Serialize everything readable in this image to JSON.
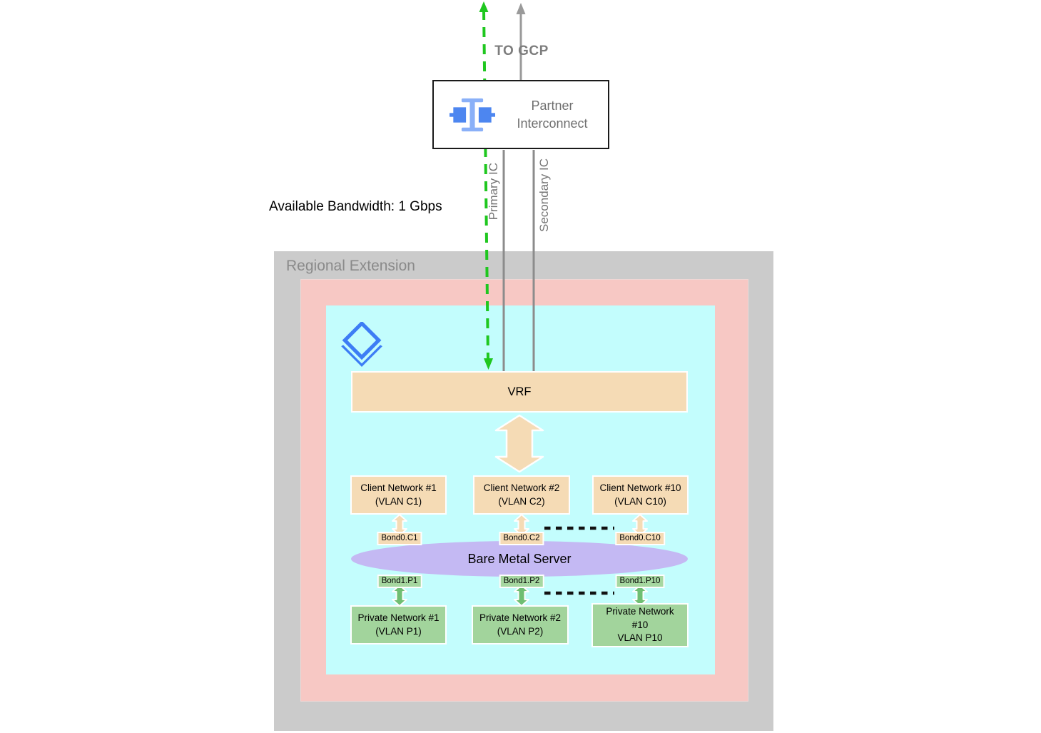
{
  "top": {
    "to_gcp": "TO GCP",
    "partner_interconnect_line1": "Partner",
    "partner_interconnect_line2": "Interconnect",
    "primary_ic": "Primary IC",
    "secondary_ic": "Secondary IC",
    "bandwidth": "Available Bandwidth: 1 Gbps"
  },
  "regional_extension": {
    "label": "Regional Extension",
    "vrf_label": "VRF",
    "server_label": "Bare Metal Server",
    "client_networks": [
      {
        "line1": "Client Network #1",
        "line2": "(VLAN C1)",
        "bond": "Bond0.C1"
      },
      {
        "line1": "Client Network #2",
        "line2": "(VLAN C2)",
        "bond": "Bond0.C2"
      },
      {
        "line1": "Client Network #10",
        "line2": "(VLAN C10)",
        "bond": "Bond0.C10"
      }
    ],
    "private_networks": [
      {
        "line1": "Private Network #1",
        "line2": "(VLAN P1)",
        "line3": "",
        "bond": "Bond1.P1"
      },
      {
        "line1": "Private Network #2",
        "line2": "(VLAN P2)",
        "line3": "",
        "bond": "Bond1.P2"
      },
      {
        "line1": "Private Network",
        "line2": "#10",
        "line3": "VLAN P10",
        "bond": "Bond1.P10"
      }
    ]
  },
  "icons": {
    "partner_interconnect": "interconnect-plug-icon",
    "regional_extension_layers": "stacked-layers-icon"
  },
  "colors": {
    "green_dashed_line": "#1FC71F",
    "gray_line": "#8C8C8C",
    "peach_fill": "#F5DBB5",
    "green_fill": "#A2D49C",
    "green_arrow": "#6FBE72",
    "purple_ellipse": "#C4B9F3",
    "cyan_panel": "#C3FDFD",
    "pink_panel": "#F7C8C4",
    "gray_panel": "#CBCBCB",
    "icon_blue": "#3D7DF5",
    "icon_blue_light": "#8AB0F8",
    "icon_blue_mid": "#4D86F0"
  }
}
